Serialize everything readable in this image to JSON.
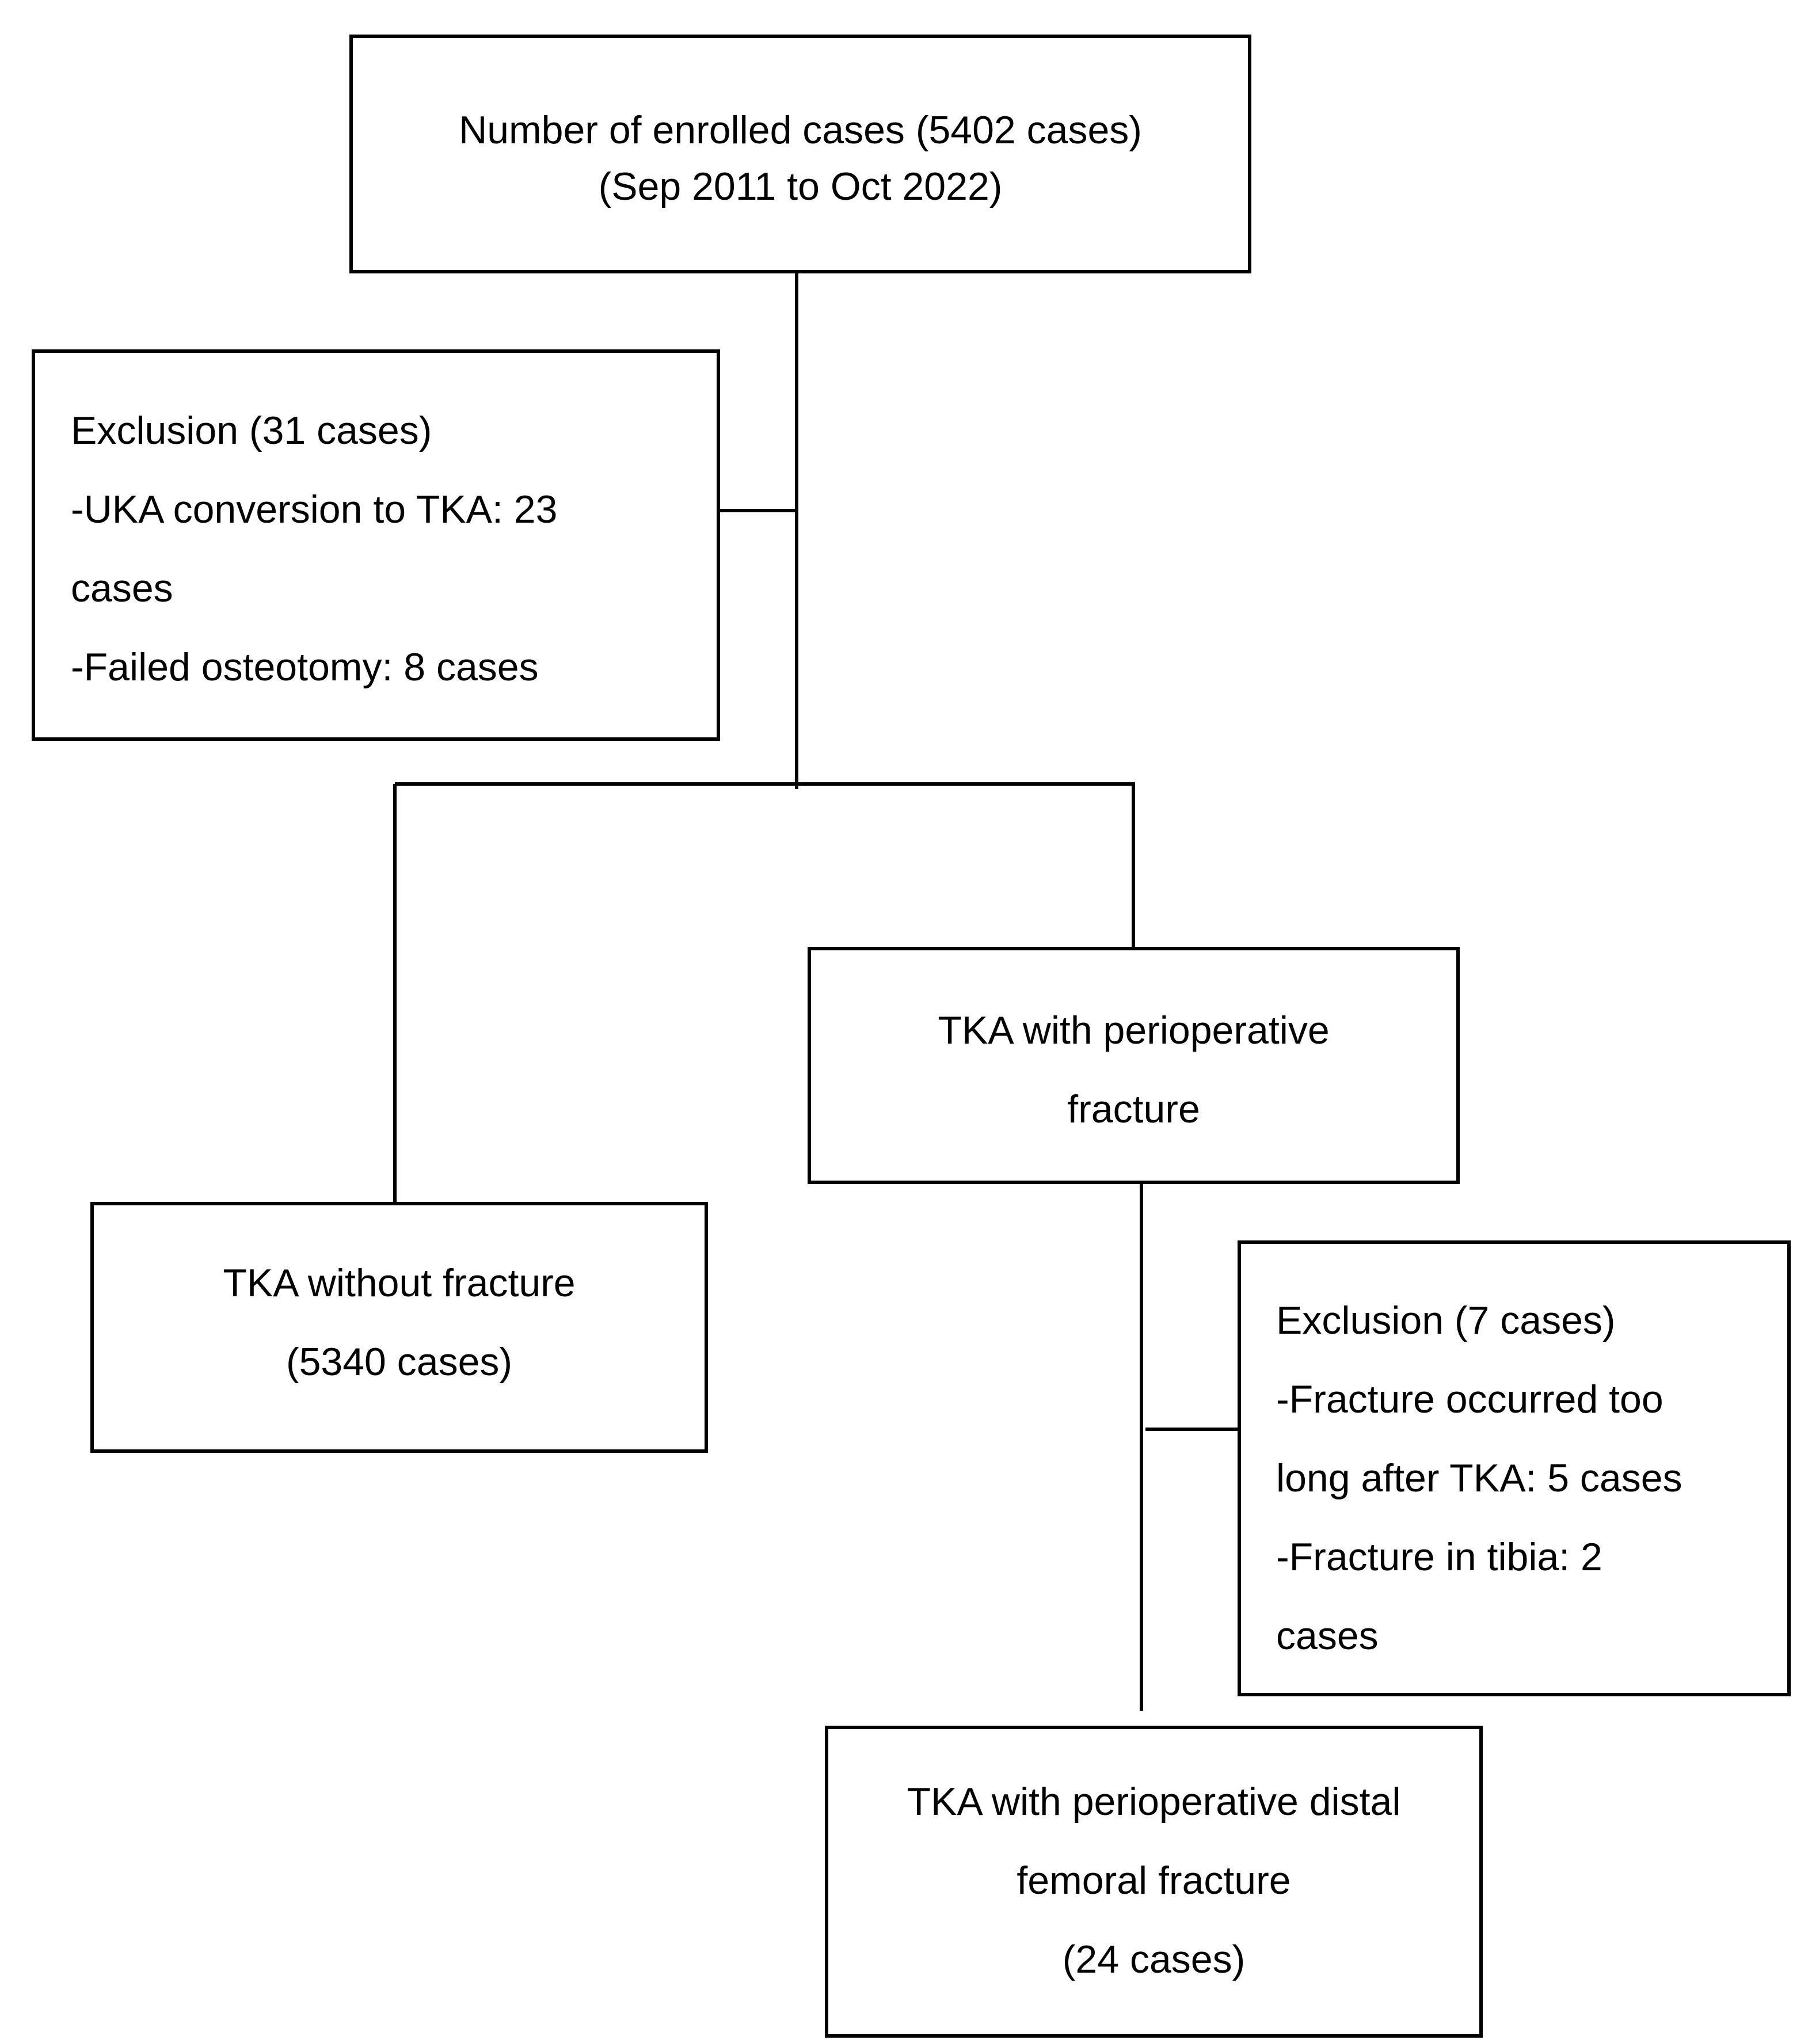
{
  "enrolled": {
    "line1": "Number of enrolled cases (5402 cases)",
    "line2": "(Sep 2011 to Oct 2022)"
  },
  "exclusion_1": {
    "title": "Exclusion (31 cases)",
    "line1": "-UKA conversion to TKA: 23",
    "line2": "cases",
    "line3": "-Failed osteotomy: 8 cases"
  },
  "with_fracture": {
    "line1": "TKA with perioperative",
    "line2": "fracture"
  },
  "without_fracture": {
    "line1": "TKA without fracture",
    "line2": "(5340 cases)"
  },
  "exclusion_2": {
    "title": "Exclusion (7 cases)",
    "line1": "-Fracture occurred too",
    "line2": "long after TKA: 5 cases",
    "line3": "-Fracture in tibia: 2",
    "line4": "cases"
  },
  "final": {
    "line1": "TKA with perioperative distal",
    "line2": "femoral fracture",
    "line3": "(24 cases)"
  }
}
